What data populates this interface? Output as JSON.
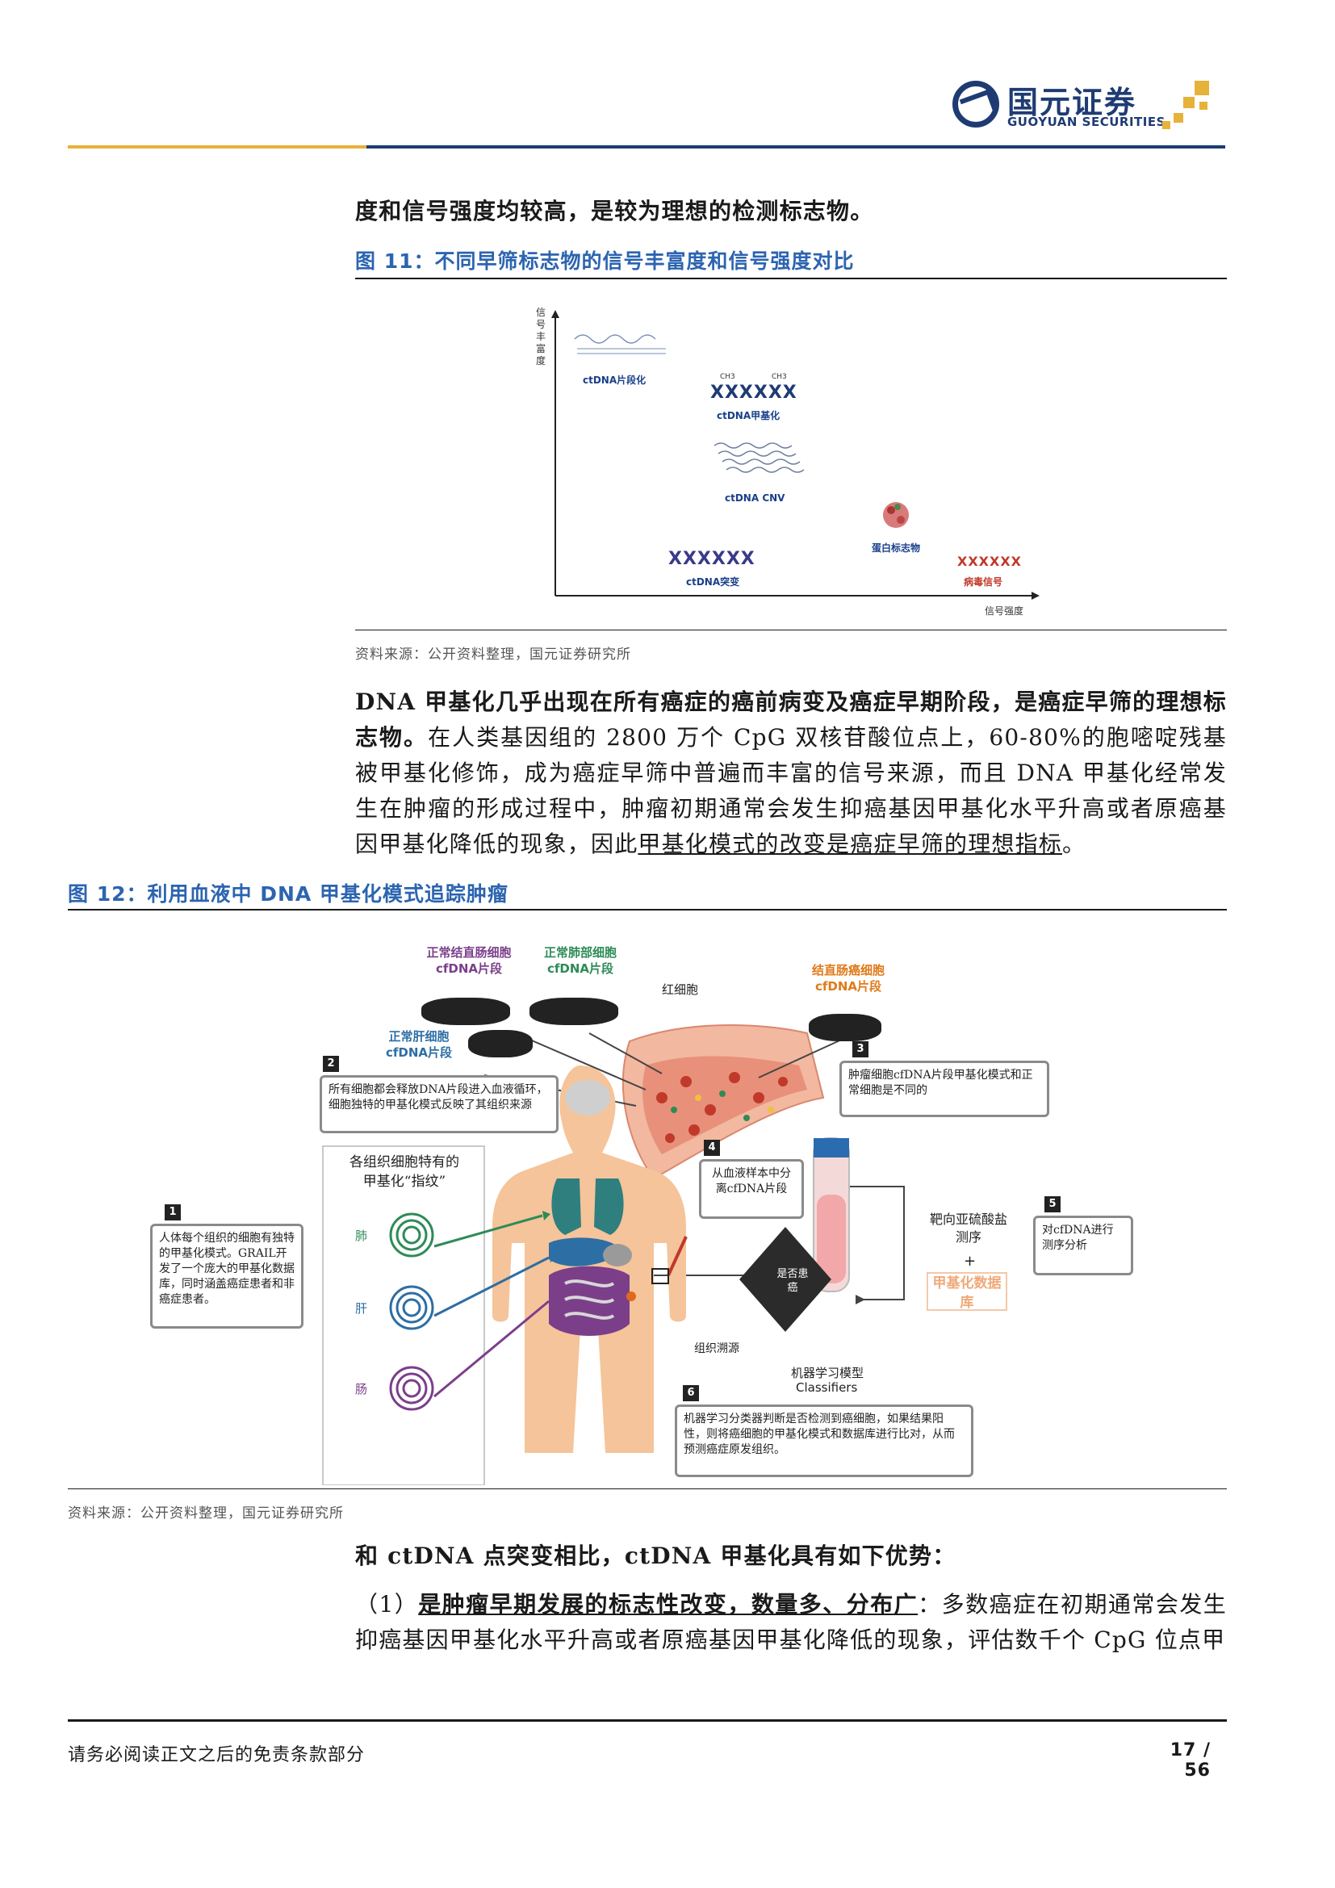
{
  "header": {
    "logo_cn": "国元证券",
    "logo_en": "GUOYUAN SECURITIES"
  },
  "intro_line": "度和信号强度均较高，是较为理想的检测标志物。",
  "figure11": {
    "title": "图 11：不同早筛标志物的信号丰富度和信号强度对比",
    "y_axis_label": "信号丰富度",
    "x_axis_label": "信号强度",
    "items": {
      "fragment": "ctDNA片段化",
      "methyl_x": "XXXXXX",
      "methyl_ch3_a": "CH3",
      "methyl_ch3_b": "CH3",
      "methyl": "ctDNA甲基化",
      "cnv": "ctDNA CNV",
      "protein": "蛋白标志物",
      "mutation_x": "XXXXXX",
      "mutation": "ctDNA突变",
      "virus_x": "XXXXXX",
      "virus": "病毒信号"
    },
    "source": "资料来源：公开资料整理，国元证券研究所"
  },
  "para1": {
    "bold_lead": "DNA 甲基化几乎出现在所有癌症的癌前病变及癌症早期阶段，是癌症早筛的理想标志物。",
    "body": "在人类基因组的 2800 万个 CpG 双核苷酸位点上，60-80%的胞嘧啶残基被甲基化修饰，成为癌症早筛中普遍而丰富的信号来源，而且 DNA 甲基化经常发生在肿瘤的形成过程中，肿瘤初期通常会发生抑癌基因甲基化水平升高或者原癌基因甲基化降低的现象，因此",
    "underlined": "甲基化模式的改变是癌症早筛的理想指标",
    "end": "。"
  },
  "figure12": {
    "title": "图 12：利用血液中 DNA 甲基化模式追踪肿瘤",
    "labels": {
      "colon_cell": "正常结直肠细胞",
      "colon_frag": "cfDNA片段",
      "lung_cell": "正常肺部细胞",
      "lung_frag": "cfDNA片段",
      "liver_cell": "正常肝细胞",
      "liver_frag": "cfDNA片段",
      "rbc": "红细胞",
      "crc_cell": "结直肠癌细胞",
      "crc_frag": "cfDNA片段"
    },
    "step1": {
      "num": "1",
      "text": "人体每个组织的细胞有独特的甲基化模式。GRAIL开发了一个庞大的甲基化数据库，同时涵盖癌症患者和非癌症患者。"
    },
    "step2": {
      "num": "2",
      "text": "所有细胞都会释放DNA片段进入血液循环，细胞独特的甲基化模式反映了其组织来源"
    },
    "step3": {
      "num": "3",
      "text": "肿瘤细胞cfDNA片段甲基化模式和正常细胞是不同的"
    },
    "step4": {
      "num": "4",
      "text": "从血液样本中分离cfDNA片段"
    },
    "step5": {
      "num": "5",
      "text": "对cfDNA进行测序分析"
    },
    "step6": {
      "num": "6",
      "text": "机器学习分类器判断是否检测到癌细胞，如果结果阳性，则将癌细胞的甲基化模式和数据库进行比对，从而预测癌症原发组织。"
    },
    "fingerprint_title": "各组织细胞特有的甲基化“指纹”",
    "tissues": {
      "lung": "肺",
      "liver": "肝",
      "intestine": "肠"
    },
    "bisulfite": "靶向亚硫酸盐测序",
    "plus": "+",
    "database": "甲基化数据库",
    "decision": "是否患癌",
    "tissue_trace": "组织溯源",
    "ml_model": "机器学习模型",
    "classifiers": "Classifiers",
    "source": "资料来源：公开资料整理，国元证券研究所"
  },
  "para2": {
    "title": "和 ctDNA 点突变相比，ctDNA 甲基化具有如下优势：",
    "item1_prefix": "（1）",
    "item1_bold": "是肿瘤早期发展的标志性改变，数量多、分布广",
    "item1_body": "：多数癌症在初期通常会发生抑癌基因甲基化水平升高或者原癌基因甲基化降低的现象，评估数千个 CpG 位点甲"
  },
  "footer": {
    "disclaimer": "请务必阅读正文之后的免责条款部分",
    "page": "17 / 56"
  }
}
